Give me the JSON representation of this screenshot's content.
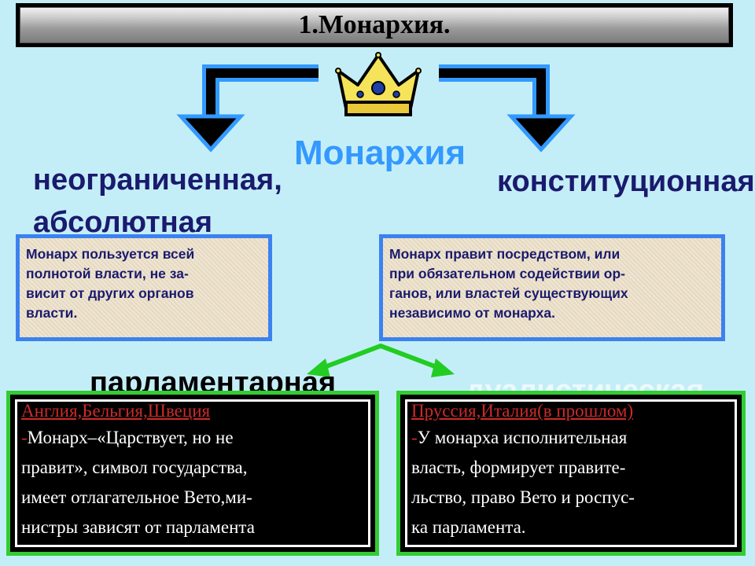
{
  "title": "1.Монархия.",
  "center_title": "Монархия",
  "left_branch": {
    "line1": "неограниченная,",
    "line2": "абсолютная",
    "definition": [
      "Монарх пользуется всей",
      "полнотой власти, не за-",
      "висит от других органов",
      "власти."
    ]
  },
  "right_branch": {
    "title": "конституционная",
    "definition": [
      "Монарх правит посредством, или",
      "при обязательном содействии ор-",
      "ганов, или властей существующих",
      "независимо от монарха."
    ]
  },
  "subtypes": {
    "left": {
      "title": "парламентарная",
      "heading": "Англия,Бельгия,Швеция",
      "dash": "-",
      "lines": [
        "Монарх–«Царствует, но не",
        "правит», символ государства,",
        "имеет отлагательное Вето,ми-",
        "нистры зависят от парламента"
      ]
    },
    "right": {
      "title": "дуалистическая",
      "heading": "Пруссия,Италия(в прошлом)",
      "dash": "-",
      "lines": [
        "У монарха исполнительная",
        "власть, формирует правите-",
        "льство, право Вето и роспус-",
        "ка парламента."
      ]
    }
  },
  "colors": {
    "background": "#c4eef7",
    "accent_blue": "#3399ff",
    "dark_blue_text": "#1a1a6e",
    "box_border_blue": "#3b82f0",
    "green": "#33cc33",
    "red_heading": "#cc2a2a"
  }
}
